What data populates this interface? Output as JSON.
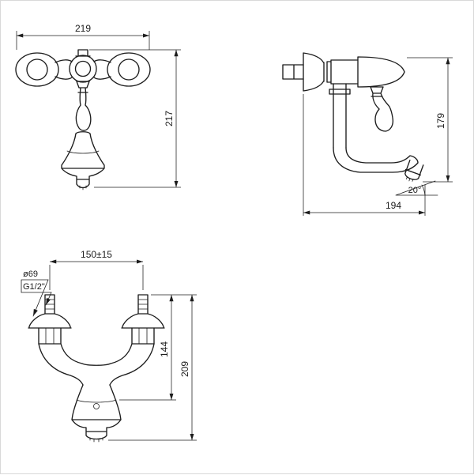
{
  "drawing": {
    "background": "#ffffff",
    "line_color": "#1c1c1c",
    "views": {
      "front": {
        "width": "219",
        "height": "217"
      },
      "side": {
        "height": "179",
        "reach": "194",
        "outlet_angle": "20°"
      },
      "deck": {
        "hole_distance": "150±15",
        "flange_diameter": "ø69",
        "thread_size": "G1/2\"",
        "upper_height": "144",
        "total_height": "209"
      }
    }
  }
}
